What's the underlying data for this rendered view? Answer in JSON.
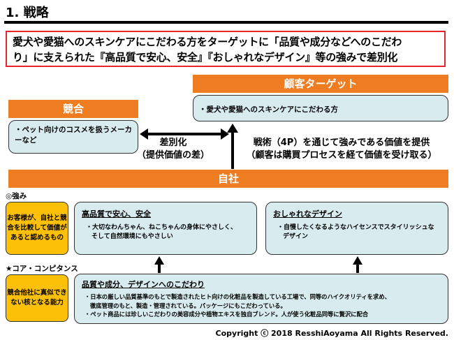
{
  "title": "1. 戦略",
  "headline": {
    "line1": "愛犬や愛猫へのスキンケアにこだわる方をターゲットに「品質や成分などへのこだわ",
    "line2": "り」に支えられた『高品質で安心、安全』『おしゃれなデザイン』等の強みで差別化"
  },
  "competitor": {
    "header": "競合",
    "body": "・ペット向けのコスメを扱うメーカーなど"
  },
  "target": {
    "header": "顧客ターゲット",
    "body": "・愛犬や愛猫へのスキンケアにこだわる方"
  },
  "differentiation": {
    "line1": "差別化",
    "line2": "（提供価値の差）"
  },
  "value_provision": {
    "line1": "戦術（4P）を通じて強みである価値を提供",
    "line2": "（顧客は購買プロセスを経て価値を受け取る）"
  },
  "company": {
    "header": "自社"
  },
  "strengths": {
    "label": "◎強み",
    "description": "お客様が、自社と競合を比較して価値があると認めるもの",
    "quality": {
      "heading": "高品質で安心、安全",
      "line1": "・大切なわんちゃん、ねこちゃんの身体にやさしく、",
      "line2": "そして自然環境にもやさしい"
    },
    "design": {
      "heading": "おしゃれなデザイン",
      "line1": "・自慢したくなるようなハイセンスでスタイリッシュな",
      "line2": "デザイン"
    }
  },
  "core_competence": {
    "label": "★コア・コンピタンス",
    "description": "競合他社に真似できない核となる能力",
    "heading": "品質や成分、デザインへのこだわり",
    "line1": "・日本の厳しい品質基準のもとで製造されたヒト向けの化粧品を製造している工場で、同等のハイクオリティを求め、",
    "line2": "徹底管理のもと、製造・管理されている。パッケージにもこだわっている。",
    "line3": "・ペット商品には珍しいこだわりの美容成分や植物エキスを独自ブレンド。人が使う化粧品同等に贅沢に配合"
  },
  "copyright": "Copyright ⓒ 2018 ResshiAoyama All Rights Reserved."
}
